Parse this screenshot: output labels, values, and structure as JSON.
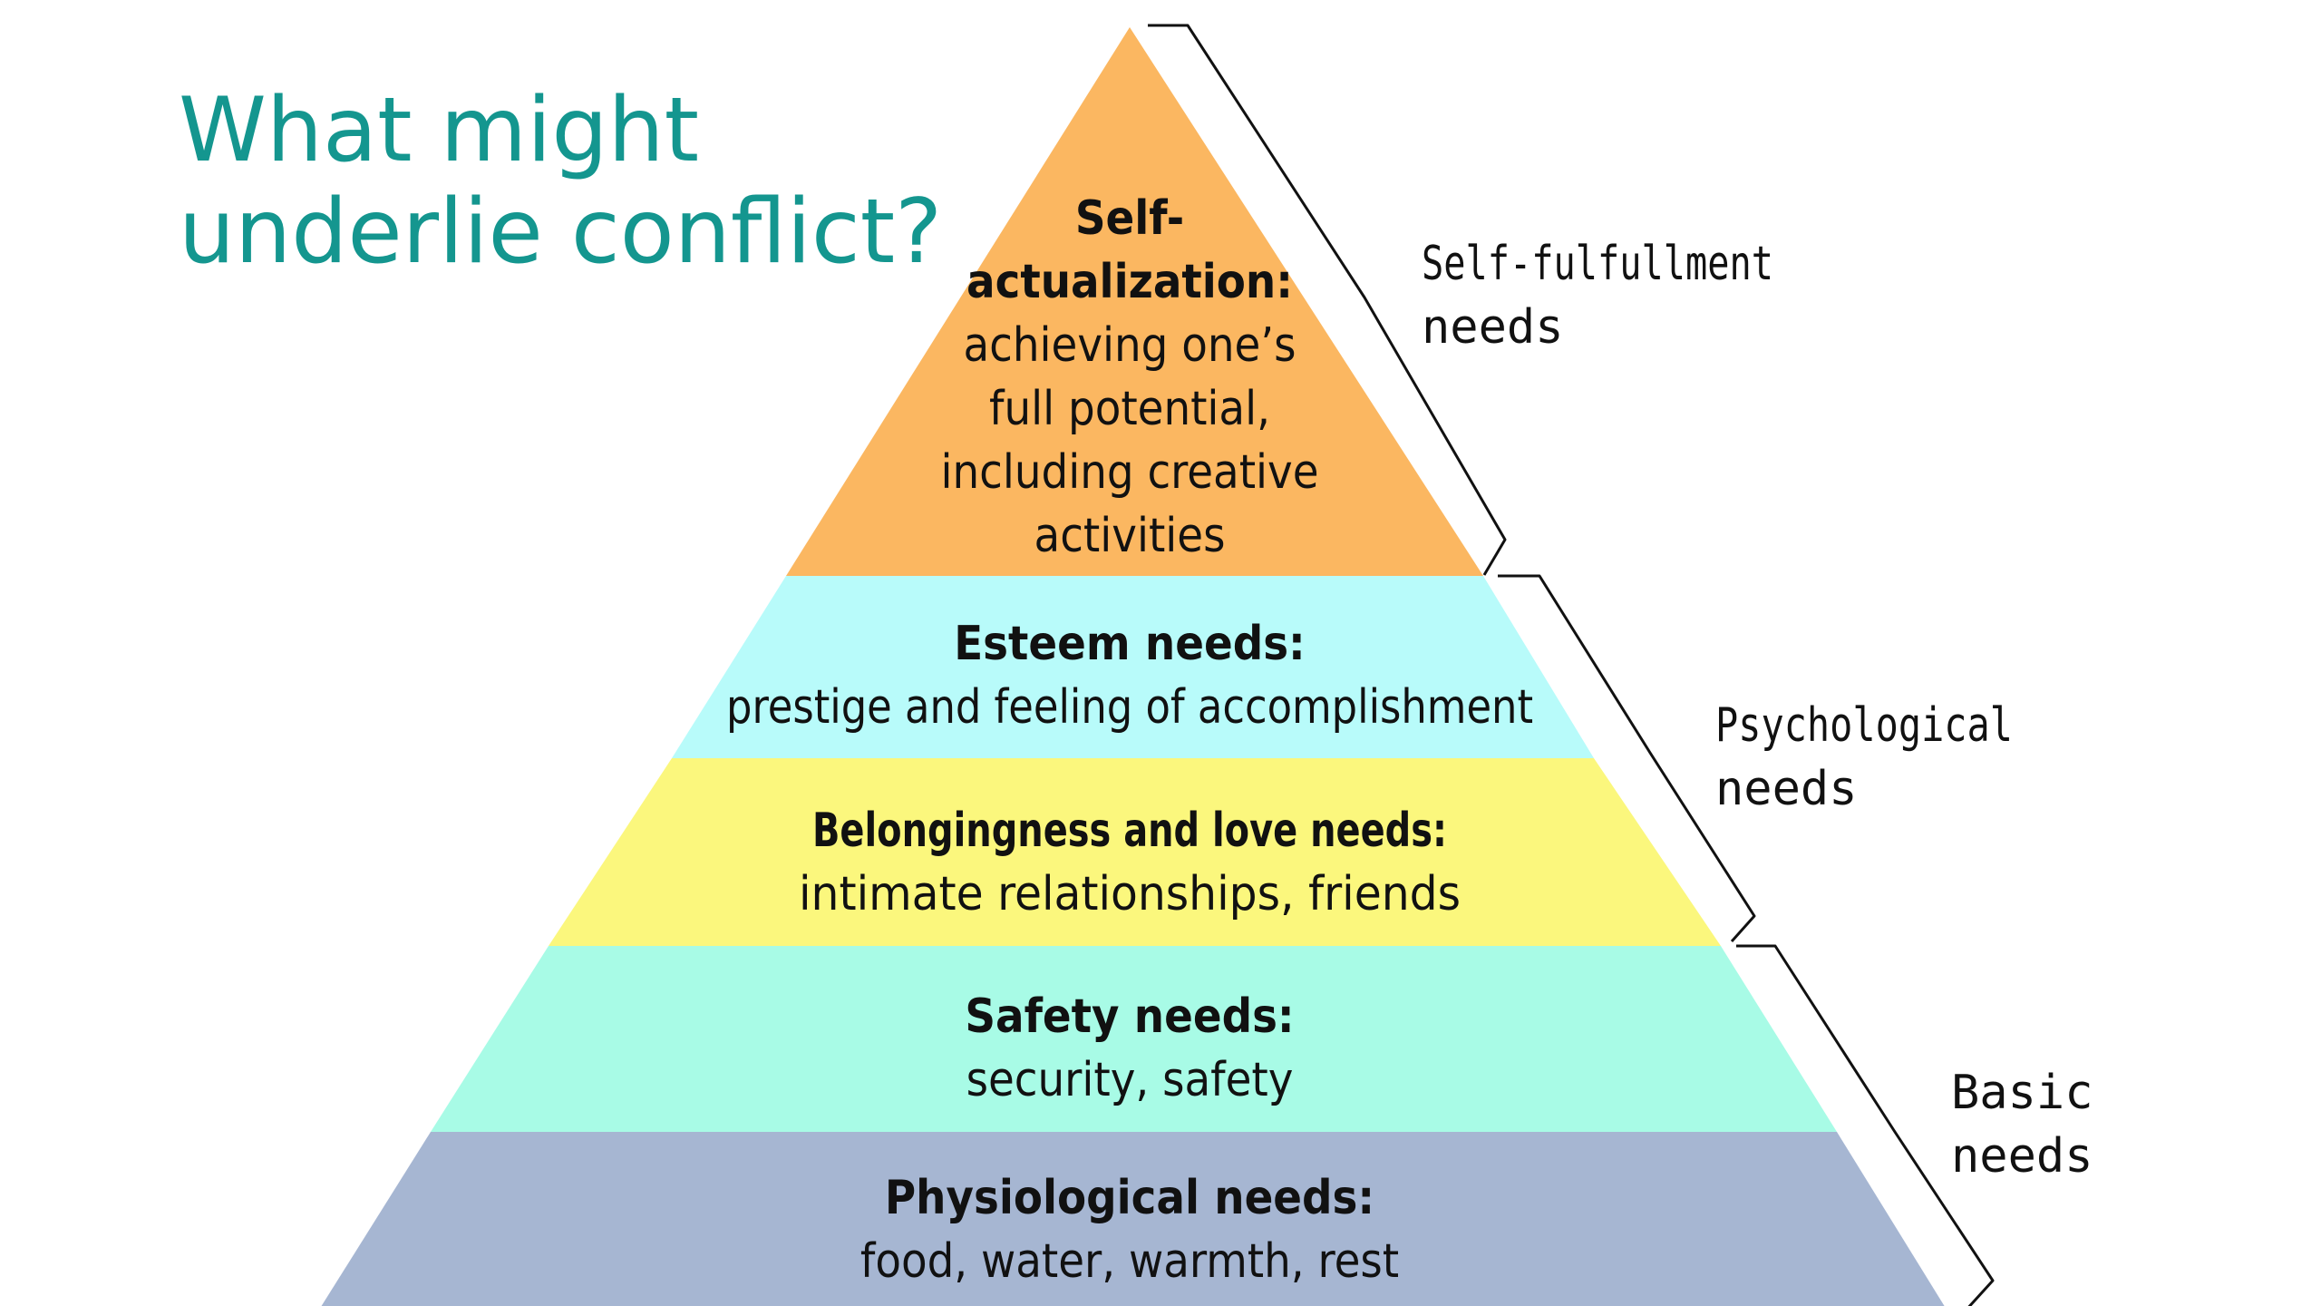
{
  "title": {
    "line1": "What might",
    "line2": "underlie conflict?"
  },
  "colors": {
    "title": "#14968f",
    "self_actualization": "#fbb761",
    "esteem": "#b8fbfa",
    "belonging": "#fbf77d",
    "safety": "#a8fbe6",
    "physiological": "#a6b6d2"
  },
  "tiers": {
    "self_actualization": {
      "heading_1": "Self-",
      "heading_2": "actualization:",
      "text_1": "achieving one’s",
      "text_2": "full potential,",
      "text_3": "including creative",
      "text_4": "activities"
    },
    "esteem": {
      "heading": "Esteem needs:",
      "text": "prestige and feeling of accomplishment"
    },
    "belonging": {
      "heading": "Belongingness and love needs:",
      "text": "intimate relationships, friends"
    },
    "safety": {
      "heading": "Safety needs:",
      "text": "security, safety"
    },
    "physiological": {
      "heading": "Physiological needs:",
      "text": "food, water, warmth, rest"
    }
  },
  "groups": {
    "self_fulfillment": {
      "line1": "Self-fulfullment",
      "line2": "needs"
    },
    "psychological": {
      "line1": "Psychological",
      "line2": "needs"
    },
    "basic": {
      "line1": "Basic",
      "line2": "needs"
    }
  }
}
